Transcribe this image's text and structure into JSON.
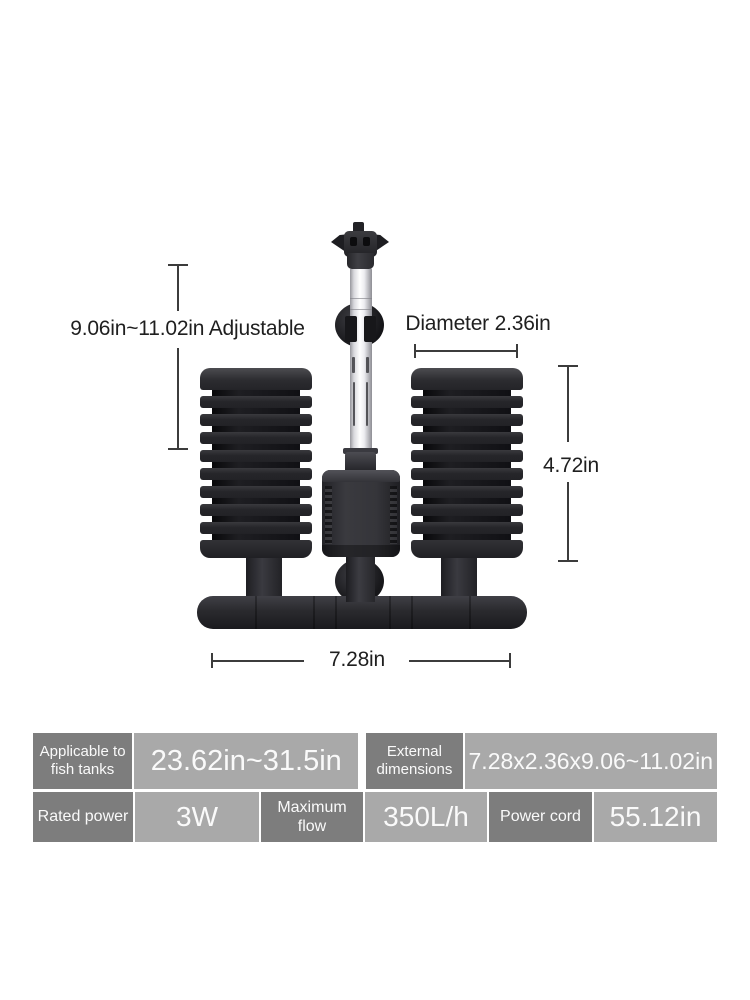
{
  "annotations": {
    "height_adjustable": "9.06in~11.02in Adjustable",
    "diameter": "Diameter 2.36in",
    "sponge_height": "4.72in",
    "base_width": "7.28in"
  },
  "spec_table": {
    "rows": [
      {
        "cells": [
          {
            "text": "Applicable to fish tanks",
            "kind": "header"
          },
          {
            "text": "23.62in~31.5in",
            "kind": "value"
          },
          {
            "text": "External dimensions",
            "kind": "header"
          },
          {
            "text": "7.28x2.36x9.06~11.02in",
            "kind": "value"
          }
        ]
      },
      {
        "cells": [
          {
            "text": "Rated power",
            "kind": "header"
          },
          {
            "text": "3W",
            "kind": "value"
          },
          {
            "text": "Maximum flow",
            "kind": "header"
          },
          {
            "text": "350L/h",
            "kind": "value"
          },
          {
            "text": "Power cord",
            "kind": "header"
          },
          {
            "text": "55.12in",
            "kind": "value"
          }
        ]
      }
    ]
  },
  "colors": {
    "background": "#ffffff",
    "header_cell": "#7d7d7d",
    "value_cell": "#a9a9a9",
    "cell_text": "#fafafa",
    "annotation_text": "#1f1f1f",
    "dimension_line": "#3c3c3c",
    "product_dark": "#26262a"
  }
}
